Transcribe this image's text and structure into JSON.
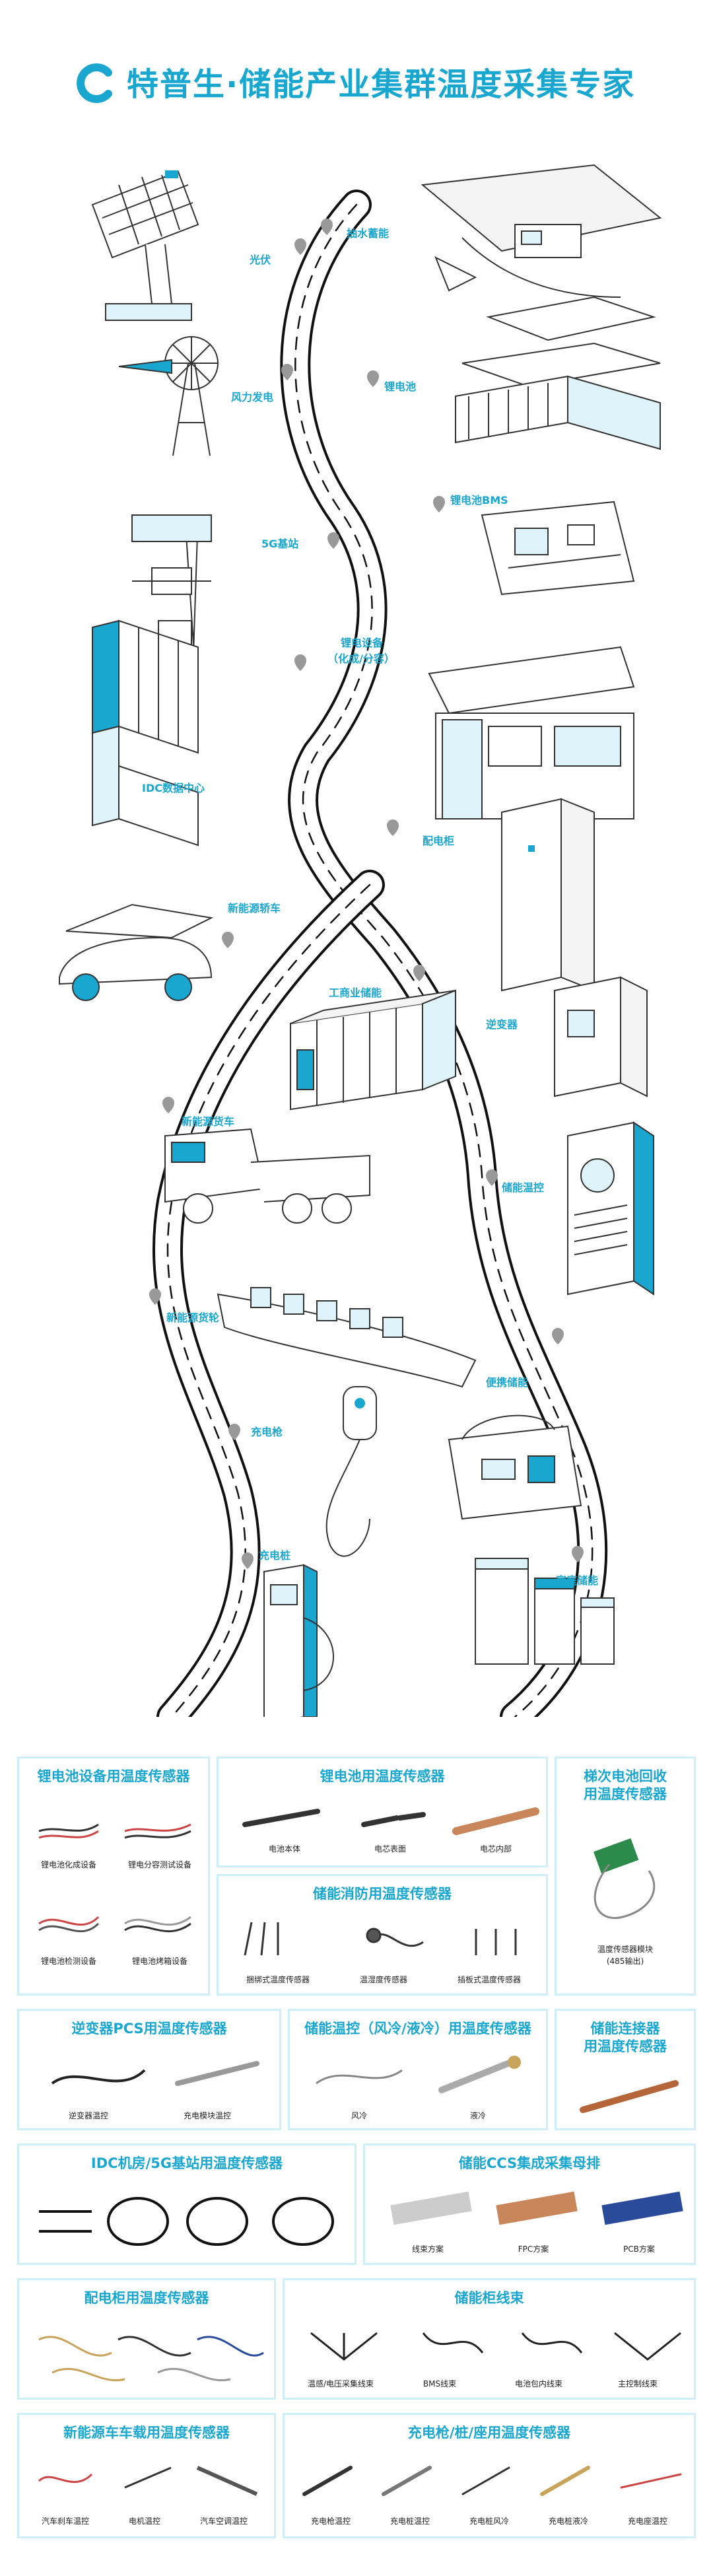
{
  "brand": {
    "title": "特普生·储能产业集群温度采集专家",
    "accent": "#1aa7cf",
    "border": "#cdeff7",
    "logo_icon": "brand-c-icon"
  },
  "map": {
    "pois": [
      {
        "key": "guangfu",
        "label": "光伏"
      },
      {
        "key": "choushui",
        "label": "抽水蓄能"
      },
      {
        "key": "fengli",
        "label": "风力发电"
      },
      {
        "key": "lidian",
        "label": "锂电池"
      },
      {
        "key": "g5",
        "label": "5G基站"
      },
      {
        "key": "bms",
        "label": "锂电池BMS"
      },
      {
        "key": "shebei",
        "label": "锂电设备"
      },
      {
        "key": "shebei2",
        "label": "（化成/分容）"
      },
      {
        "key": "idc",
        "label": "IDC数据中心"
      },
      {
        "key": "peidian",
        "label": "配电柜"
      },
      {
        "key": "jiaoche",
        "label": "新能源轿车"
      },
      {
        "key": "gongshang",
        "label": "工商业储能"
      },
      {
        "key": "nibian",
        "label": "逆变器"
      },
      {
        "key": "huoche",
        "label": "新能源货车"
      },
      {
        "key": "wenkong",
        "label": "储能温控"
      },
      {
        "key": "huolun",
        "label": "新能源货轮"
      },
      {
        "key": "bianxie",
        "label": "便携储能"
      },
      {
        "key": "qiang",
        "label": "充电枪"
      },
      {
        "key": "jiating",
        "label": "家庭储能"
      },
      {
        "key": "zhuang",
        "label": "充电桩"
      }
    ]
  },
  "products": {
    "c1": {
      "title": "锂电池设备用温度传感器",
      "items": [
        "锂电池化成设备",
        "锂电分容测试设备",
        "锂电池检测设备",
        "锂电池烤箱设备"
      ]
    },
    "c2": {
      "title": "锂电池用温度传感器",
      "items": [
        "电池本体",
        "电芯表面",
        "电芯内部"
      ]
    },
    "c3": {
      "title": "梯次电池回收\n用温度传感器",
      "items": [
        "温度传感器模块\n(485输出)"
      ]
    },
    "c4": {
      "title": "储能消防用温度传感器",
      "items": [
        "捆绑式温度传感器",
        "温湿度传感器",
        "插板式温度传感器"
      ]
    },
    "c5": {
      "title": "逆变器PCS用温度传感器",
      "items": [
        "逆变器温控",
        "充电模块温控"
      ]
    },
    "c6": {
      "title": "储能温控（风冷/液冷）用温度传感器",
      "items": [
        "风冷",
        "液冷"
      ]
    },
    "c7": {
      "title": "储能连接器\n用温度传感器",
      "items": []
    },
    "c8": {
      "title": "IDC机房/5G基站用温度传感器",
      "items": []
    },
    "c9": {
      "title": "储能CCS集成采集母排",
      "items": [
        "线束方案",
        "FPC方案",
        "PCB方案"
      ]
    },
    "c10": {
      "title": "配电柜用温度传感器",
      "items": []
    },
    "c11": {
      "title": "储能柜线束",
      "items": [
        "温感/电压采集线束",
        "BMS线束",
        "电池包内线束",
        "主控制线束"
      ]
    },
    "c12": {
      "title": "新能源车车载用温度传感器",
      "items": [
        "汽车刹车温控",
        "电机温控",
        "汽车空调温控"
      ]
    },
    "c13": {
      "title": "充电枪/桩/座用温度传感器",
      "items": [
        "充电枪温控",
        "充电桩温控",
        "充电桩风冷",
        "充电桩液冷",
        "充电座温控"
      ]
    }
  }
}
